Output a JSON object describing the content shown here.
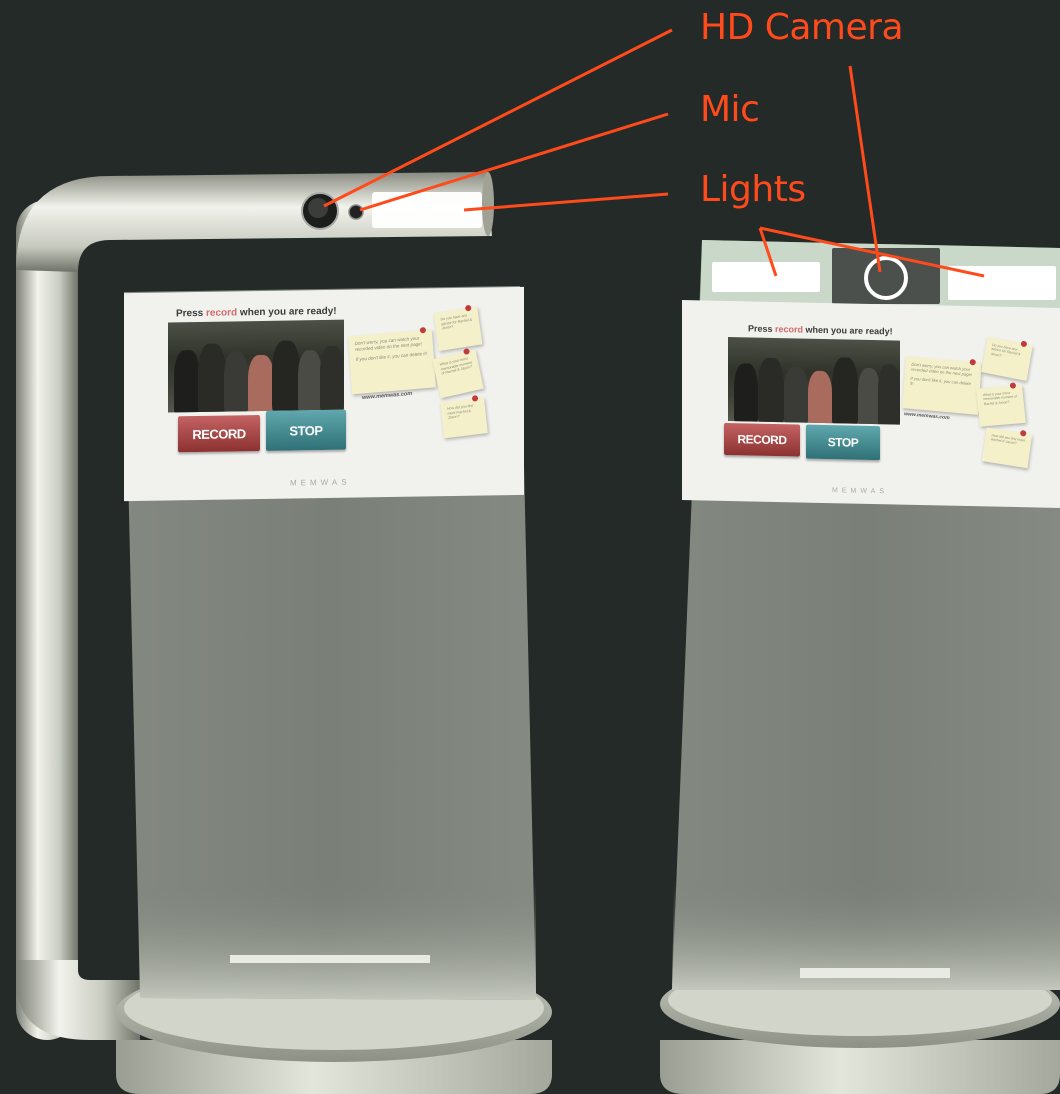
{
  "callouts": {
    "camera": "HD Camera",
    "mic": "Mic",
    "lights": "Lights"
  },
  "colors": {
    "callout": "#ff4a1c",
    "background": "#232a28",
    "panel": "#7b8078",
    "metal": "#d9ddd2",
    "record_button": "#a84646",
    "stop_button": "#3f8a90"
  },
  "kiosk_screen": {
    "prompt_before": "Press ",
    "prompt_highlight": "record",
    "prompt_after": " when you are ready!",
    "record_label": "RECORD",
    "stop_label": "STOP",
    "note_main_1": "Don't worry, you can watch your recorded video on the next page!",
    "note_main_2": "If you don't like it, you can delete it!",
    "url": "www.memwas.com",
    "note_side_1": "Do you have any advice for Rachel & Jason?",
    "note_side_2": "What is your most memorable moment of Rachel & Jason?",
    "note_side_3": "How did you first meet Rachel & Jason?",
    "brand": "MEMWAS"
  }
}
